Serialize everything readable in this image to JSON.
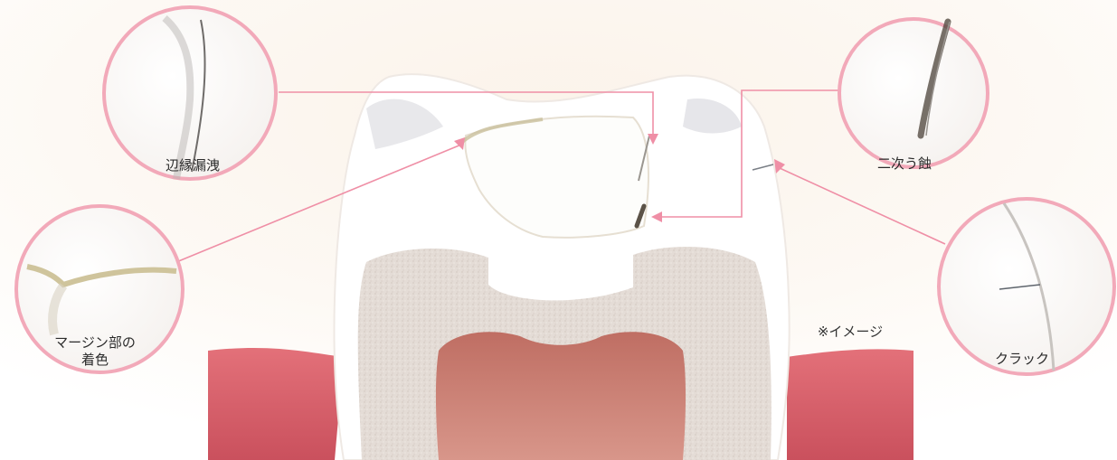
{
  "callouts": {
    "marginal_leakage": "辺縁漏洩",
    "secondary_caries": "二次う蝕",
    "margin_stain_line1": "マージン部の",
    "margin_stain_line2": "着色",
    "crack": "クラック"
  },
  "note": "※イメージ",
  "colors": {
    "callout_ring": "#f2a9b9",
    "leader_line": "#ef8fa6",
    "gum": "#d94b57",
    "pulp": "#c9746a",
    "dentin": "#e6e0dc",
    "background": "#fbf3ea"
  }
}
